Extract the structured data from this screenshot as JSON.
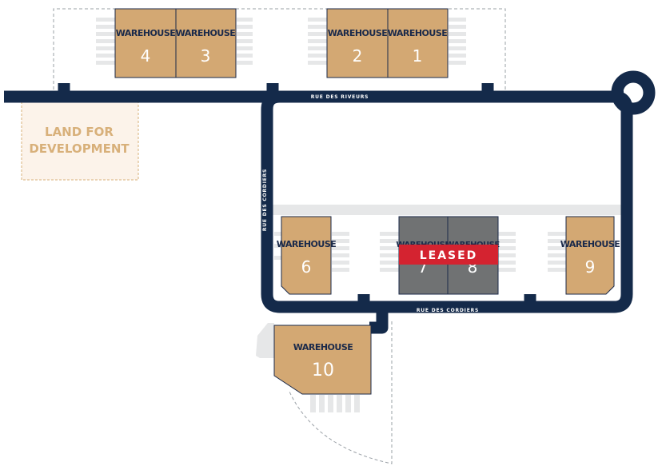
{
  "colors": {
    "road": "#142a4a",
    "warehouse": "#d3a873",
    "leased_building": "#707273",
    "leased_band": "#d42330",
    "land_fill": "#fcf3ea",
    "land_text": "#d8b07a",
    "parking": "#e6e7e8",
    "dash": "#9aa0a6"
  },
  "land": {
    "line1": "LAND FOR",
    "line2": "DEVELOPMENT"
  },
  "streets": {
    "top": "RUE DES RIVEURS",
    "left": "RUE DES CORDIERS",
    "right": "RUE DES CORDIERS",
    "bottom": "RUE DES CORDIERS"
  },
  "warehouses": [
    {
      "label": "WAREHOUSE",
      "number": "4"
    },
    {
      "label": "WAREHOUSE",
      "number": "3"
    },
    {
      "label": "WAREHOUSE",
      "number": "2"
    },
    {
      "label": "WAREHOUSE",
      "number": "1"
    },
    {
      "label": "WAREHOUSE",
      "number": "6"
    },
    {
      "label": "WAREHOUSE",
      "number": "7"
    },
    {
      "label": "WAREHOUSE",
      "number": "8"
    },
    {
      "label": "WAREHOUSE",
      "number": "9"
    },
    {
      "label": "WAREHOUSE",
      "number": "10"
    }
  ],
  "leased": {
    "label": "LEASED"
  }
}
